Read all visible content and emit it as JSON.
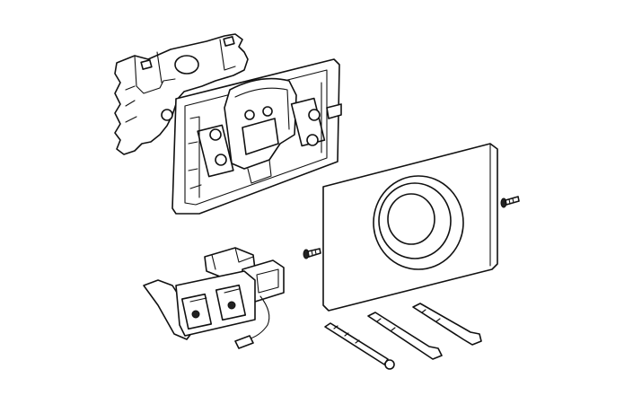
{
  "figure": {
    "type": "exploded-view",
    "background": "#ffffff",
    "line_color": "#111111",
    "parts": [
      "mounting-bracket",
      "actuator-frame",
      "cover-plate",
      "sensor-module",
      "screw",
      "actuator-rod"
    ]
  }
}
